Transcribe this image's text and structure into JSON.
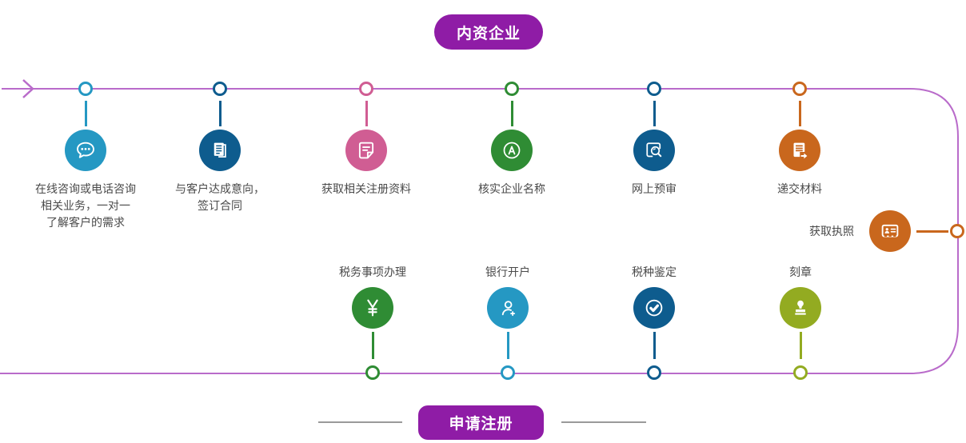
{
  "top_banner": {
    "label": "内资企业"
  },
  "bottom_banner": {
    "label": "申请注册"
  },
  "colors": {
    "flow_line": "#b96bca",
    "banner": "#8f1ca6",
    "light_blue": "#2598c3",
    "navy_blue": "#0e5c8e",
    "pink": "#d05d93",
    "green": "#2f8c34",
    "orange": "#c9671d",
    "olive": "#93ab21",
    "label_text": "#4a4a4a",
    "divider_gray": "#9a9a9a"
  },
  "top_steps": [
    {
      "name": "online-consult",
      "icon": "chat-icon",
      "color": "#2598c3",
      "lines": [
        "在线咨询或电话咨询",
        "相关业务，一对一",
        "了解客户的需求"
      ]
    },
    {
      "name": "sign-contract",
      "icon": "documents-icon",
      "color": "#0e5c8e",
      "lines": [
        "与客户达成意向，",
        "签订合同"
      ]
    },
    {
      "name": "collect-materials",
      "icon": "form-pen-icon",
      "color": "#d05d93",
      "lines": [
        "获取相关注册资料"
      ]
    },
    {
      "name": "verify-name",
      "icon": "letter-a-icon",
      "color": "#2f8c34",
      "lines": [
        "核实企业名称"
      ]
    },
    {
      "name": "online-review",
      "icon": "search-doc-icon",
      "color": "#0e5c8e",
      "lines": [
        "网上预审"
      ]
    },
    {
      "name": "submit-materials",
      "icon": "submit-doc-icon",
      "color": "#c9671d",
      "lines": [
        "递交材料"
      ]
    }
  ],
  "license_step": {
    "name": "get-license",
    "icon": "license-icon",
    "color": "#c9671d",
    "label": "获取执照"
  },
  "bottom_steps": [
    {
      "name": "tax-affairs",
      "icon": "yuan-icon",
      "color": "#2f8c34",
      "label": "税务事项办理"
    },
    {
      "name": "bank-account",
      "icon": "add-person-icon",
      "color": "#2598c3",
      "label": "银行开户"
    },
    {
      "name": "tax-type",
      "icon": "check-circle-icon",
      "color": "#0e5c8e",
      "label": "税种鉴定"
    },
    {
      "name": "seal-carving",
      "icon": "stamp-icon",
      "color": "#93ab21",
      "label": "刻章"
    }
  ]
}
